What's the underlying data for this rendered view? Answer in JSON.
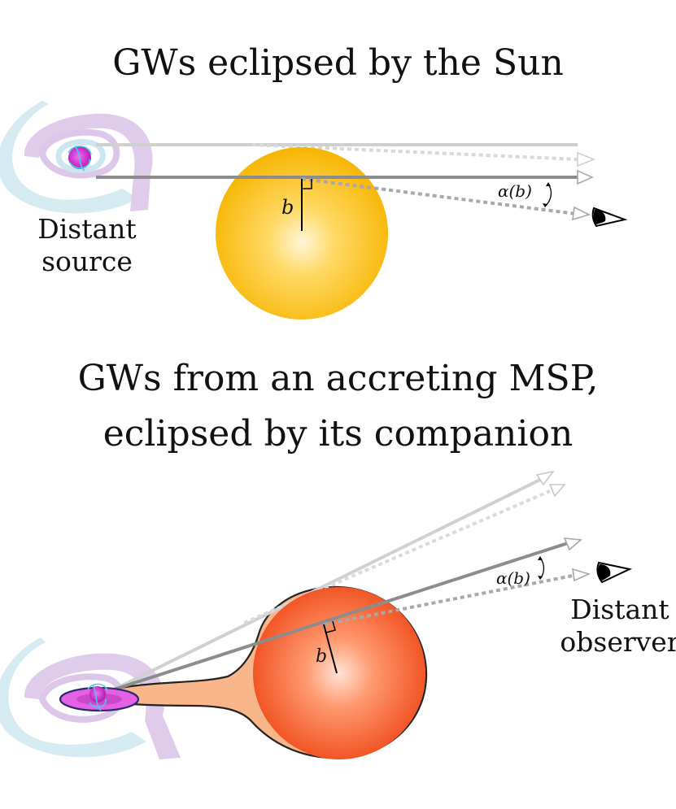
{
  "panel_top": {
    "title": "GWs eclipsed by the Sun",
    "source_label_line1": "Distant",
    "source_label_line2": "source",
    "impact_parameter": "b",
    "deflection_angle": "α(b)"
  },
  "panel_bottom": {
    "title_line1": "GWs from an accreting MSP,",
    "title_line2": "eclipsed by its companion",
    "observer_label_line1": "Distant",
    "observer_label_line2": "observer",
    "impact_parameter": "b",
    "deflection_angle": "α(b)"
  },
  "colors": {
    "sun": "#f7b500",
    "sun_center": "#fff6d8",
    "companion": "#f04a1a",
    "companion_center": "#ffe3d6",
    "accretion_stream": "#f9b68a",
    "source_disk": "#d21ed2",
    "ray_dark": "#8c8c8c",
    "ray_light": "#cfcfcf"
  }
}
